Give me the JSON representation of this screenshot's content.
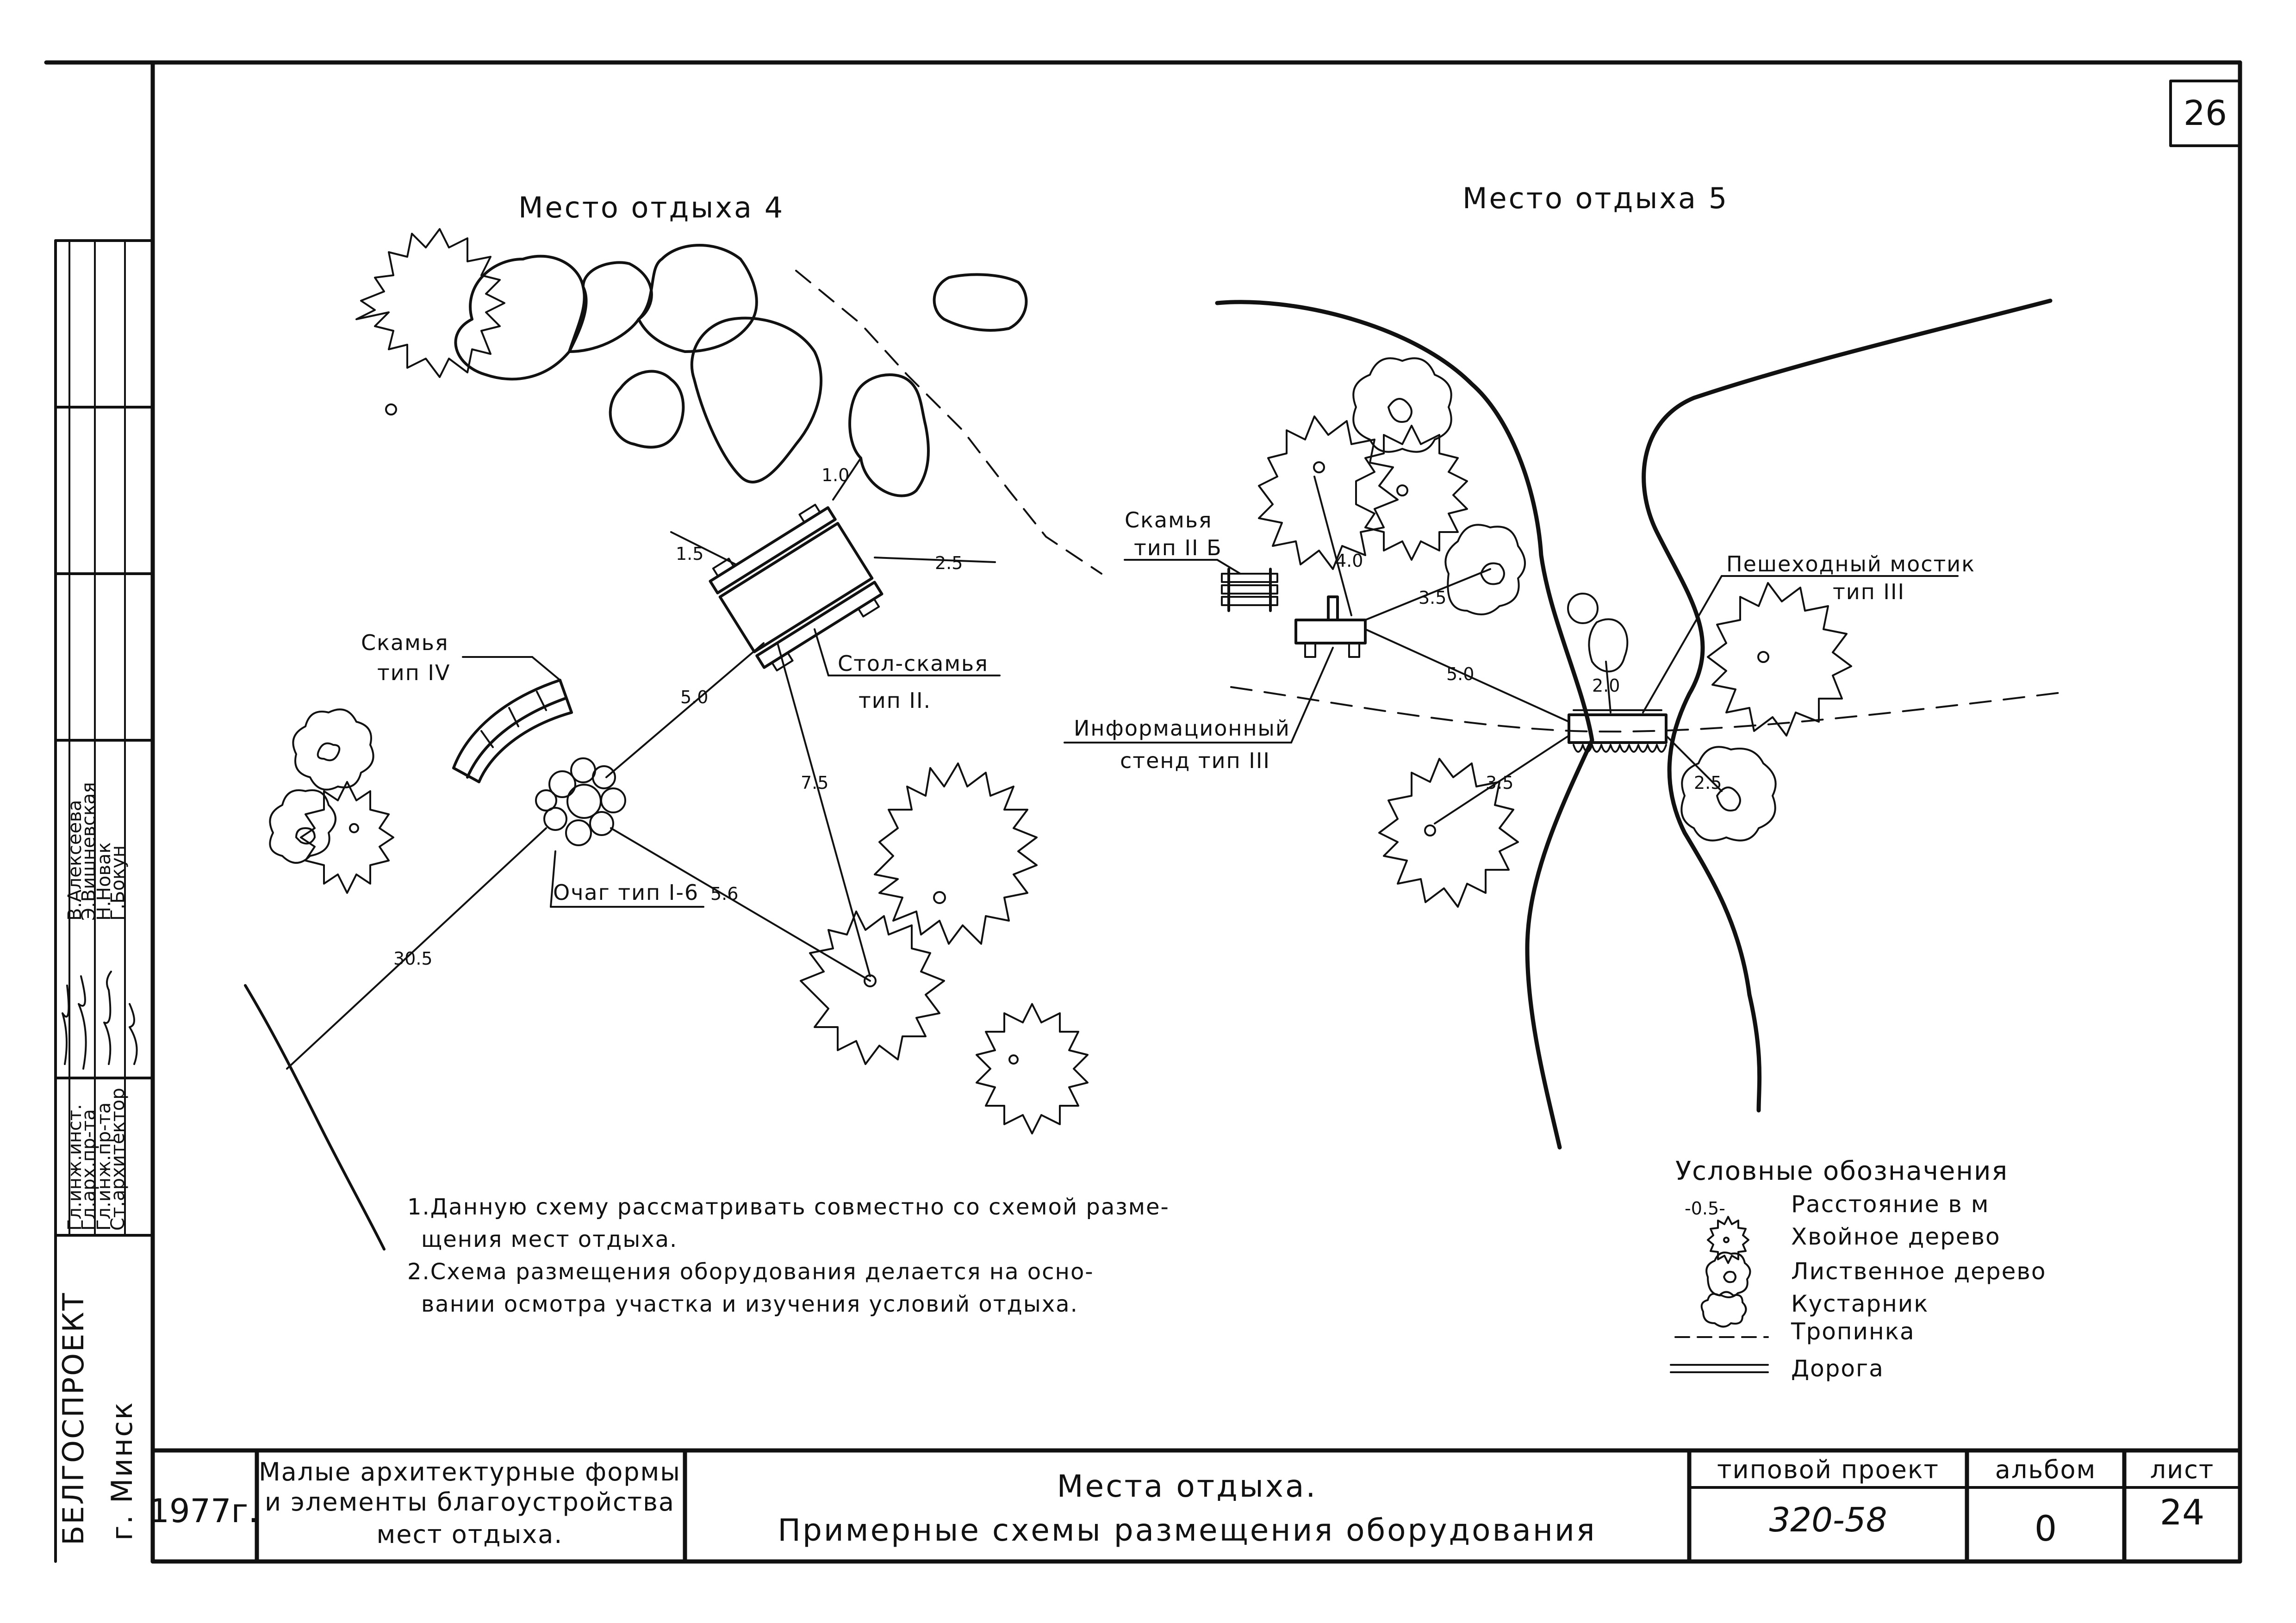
{
  "page_number": "26",
  "scheme4": {
    "title": "Место отдыха 4",
    "labels": {
      "bench_iv": [
        "Скамья",
        "тип IV"
      ],
      "table_bench": [
        "Стол-скамья",
        "тип II."
      ],
      "hearth": "Очаг тип I-6"
    },
    "distances": [
      "1.0",
      "1.5",
      "2.5",
      "5.0",
      "7.5",
      "5.6",
      "30.5"
    ]
  },
  "scheme5": {
    "title": "Место отдыха 5",
    "labels": {
      "bench_iib": [
        "Скамья",
        "тип II Б"
      ],
      "bridge": [
        "Пешеходный мостик",
        "тип III"
      ],
      "info_stand": [
        "Информационный",
        "стенд тип III"
      ]
    },
    "distances": [
      "4.0",
      "3.5",
      "5.0",
      "2.0",
      "3.5",
      "2.5"
    ]
  },
  "notes": [
    "1.Данную схему рассматривать совместно со схемой разме-",
    "щения мест отдыха.",
    "2.Схема размещения оборудования делается на осно-",
    "вании осмотра участка и изучения условий отдыха."
  ],
  "legend": {
    "title": "Условные обозначения",
    "items": [
      {
        "symbol": "-0.5-",
        "label": "Расстояние в м"
      },
      {
        "symbol": "conifer-tree",
        "label": "Хвойное дерево"
      },
      {
        "symbol": "deciduous-tree",
        "label": "Лиственное дерево"
      },
      {
        "symbol": "shrub",
        "label": "Кустарник"
      },
      {
        "symbol": "dashed-line",
        "label": "Тропинка"
      },
      {
        "symbol": "double-line",
        "label": "Дорога"
      }
    ]
  },
  "stamp": {
    "year": "1977г.",
    "series_title": [
      "Малые архитектурные формы",
      "и элементы благоустройства",
      "мест отдыха."
    ],
    "sheet_title": [
      "Места отдыха.",
      "Примерные схемы размещения оборудования"
    ],
    "project_label": "типовой проект",
    "project_number": "320-58",
    "album_label": "альбом",
    "album_number": "0",
    "sheet_label": "лист",
    "sheet_number": "24"
  },
  "side_block": {
    "organization": "БЕЛГОСПРОЕКТ",
    "city": "г. Минск",
    "roles": [
      "Гл.инж.инст.",
      "Гл.арх.пр-та",
      "Гл.инж.пр-та",
      "Ст.архитектор"
    ],
    "names": [
      "В.Алексеева",
      "Э.Вишневская",
      "Н.Новак",
      "Г.Бокун"
    ]
  }
}
